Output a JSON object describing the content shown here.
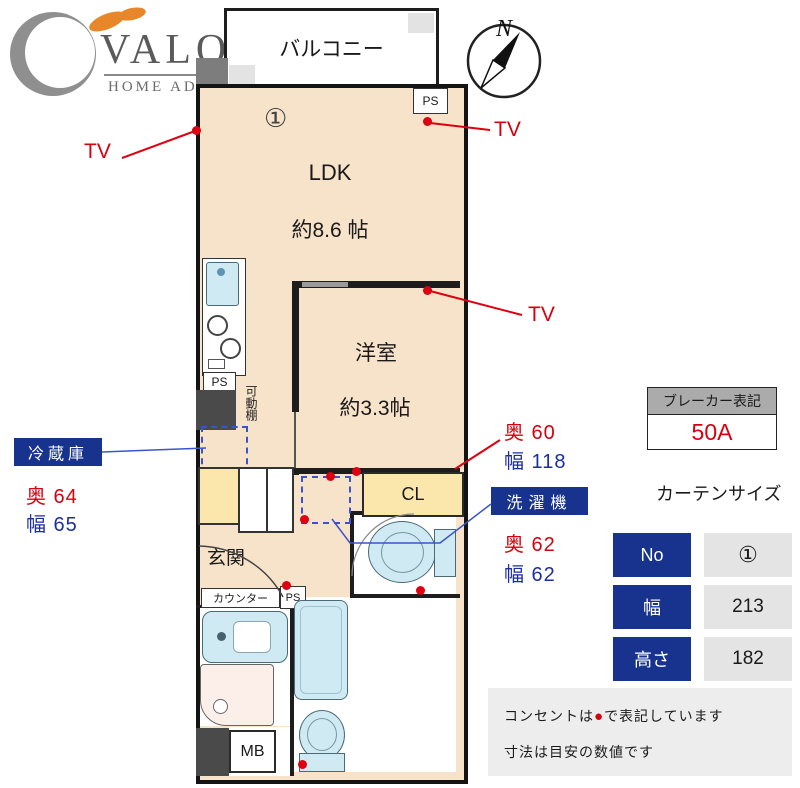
{
  "logo": {
    "brand": "VALOR",
    "tagline": "HOME ADVISE"
  },
  "compass": {
    "north": "N"
  },
  "plan": {
    "balcony": "バルコニー",
    "unit_marker": "①",
    "ldk_label": "LDK",
    "ldk_size": "約8.6 帖",
    "western_room_label": "洋室",
    "western_room_size": "約3.3帖",
    "closet_label": "CL",
    "entrance_label": "玄関",
    "counter_label": "カウンター",
    "meter_box_label": "MB",
    "pipe_space_label": "PS",
    "movable_shelf_label": "可動棚"
  },
  "annotations": {
    "tv_label": "TV",
    "fridge": {
      "title": "冷蔵庫",
      "depth": "奥 64",
      "width": "幅 65"
    },
    "closet_dims": {
      "depth": "奥 60",
      "width": "幅 118"
    },
    "washer": {
      "title": "洗濯機",
      "depth": "奥 62",
      "width": "幅 62"
    }
  },
  "breaker": {
    "title": "ブレーカー表記",
    "value": "50A"
  },
  "curtain": {
    "title": "カーテンサイズ",
    "rows": [
      {
        "label": "No",
        "value": "①"
      },
      {
        "label": "幅",
        "value": "213"
      },
      {
        "label": "高さ",
        "value": "182"
      }
    ]
  },
  "notes": {
    "dot": "●",
    "line1_pre": "コンセントは",
    "line1_post": "で表記しています",
    "line2": "寸法は目安の数値です"
  }
}
